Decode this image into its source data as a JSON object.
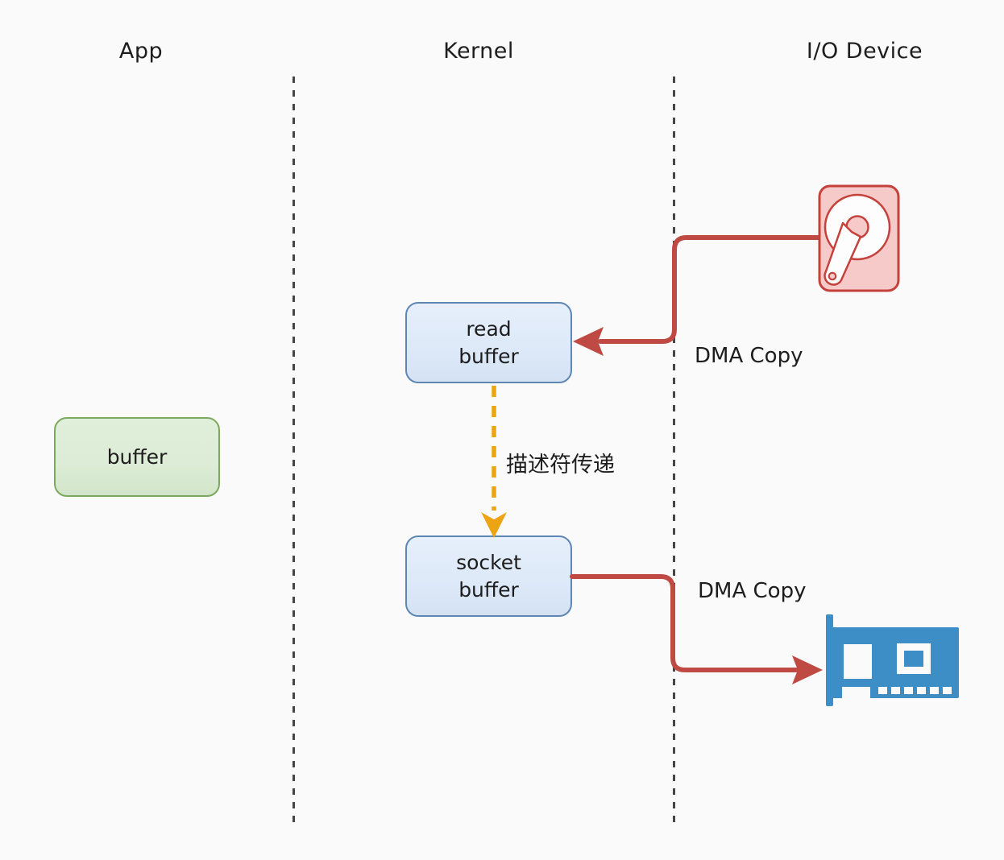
{
  "columns": [
    {
      "label": "App"
    },
    {
      "label": "Kernel"
    },
    {
      "label": "I/O Device"
    }
  ],
  "boxes": {
    "app_buffer": {
      "label": "buffer"
    },
    "read_buffer": {
      "label": "read\nbuffer"
    },
    "socket_buffer": {
      "label": "socket\nbuffer"
    }
  },
  "annotations": {
    "dma_copy_top": "DMA Copy",
    "descriptor_transfer": "描述符传递",
    "dma_copy_bottom": "DMA Copy"
  },
  "icons": {
    "hard_disk": "hard-disk-icon",
    "network_card": "network-card-icon"
  },
  "colors": {
    "background": "#fbfafa",
    "red": "#bf4a44",
    "disk_fill": "#f7caca",
    "orange": "#eca413",
    "nic_blue": "#3d8dc6",
    "blue_box_fill": "#dde9f8",
    "blue_box_border": "#5d87b2",
    "green_box_fill": "#dcecd6",
    "green_box_border": "#7ca960",
    "divider_gray": "#454545",
    "text": "#1d1d1d"
  }
}
